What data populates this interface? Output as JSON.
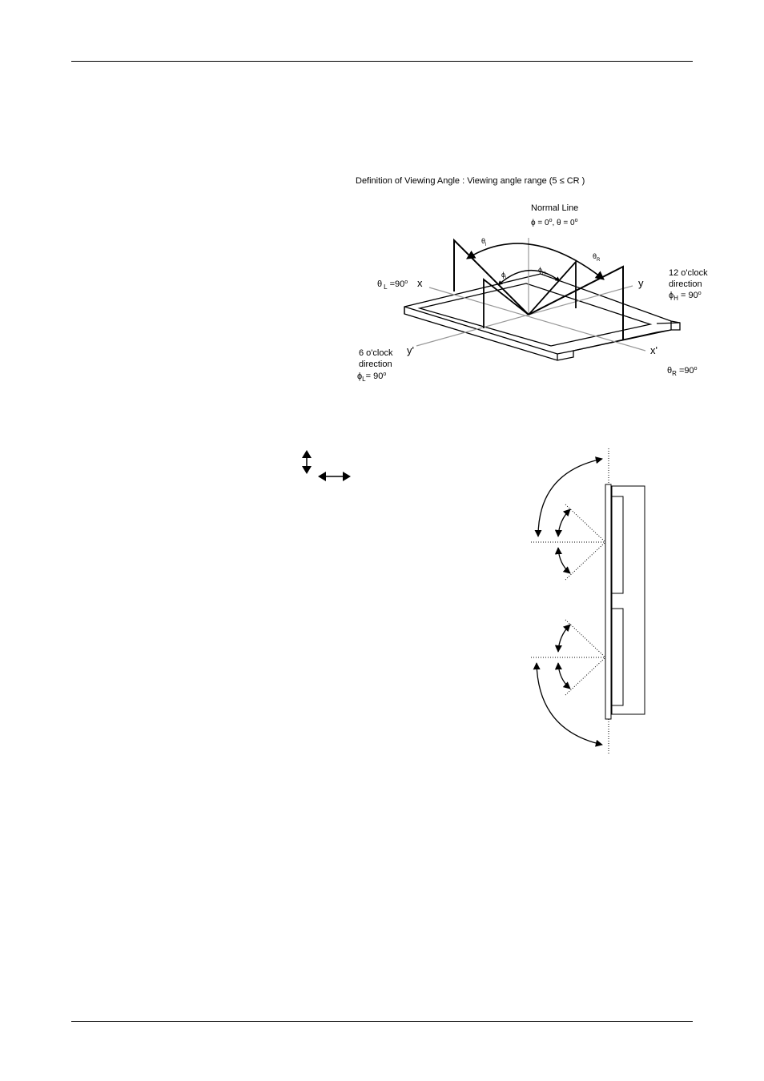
{
  "diagram": {
    "title": "Definition of Viewing Angle :  Viewing angle range (5 ≤ CR )",
    "normal_line": {
      "label": "Normal Line",
      "condition": {
        "phi": "ϕ",
        "eq1": " = 0",
        "sep": ", θ = 0"
      }
    },
    "axes": {
      "x": "x",
      "y": "y",
      "x_prime": "x'",
      "y_prime": "y'"
    },
    "angle_marks": {
      "theta_l": {
        "sym": "θ",
        "sub": "l"
      },
      "theta_r": {
        "sym": "θ",
        "sub": "R"
      },
      "phi_l": {
        "sym": "ϕ",
        "sub": "l"
      },
      "phi_h": {
        "sym": "ϕ",
        "sub": "H"
      }
    },
    "theta_l_label": {
      "sym": "θ",
      "sub": "L",
      "value": " =90"
    },
    "theta_r_label": {
      "sym": "θ",
      "sub": "R",
      "value": " =90"
    },
    "twelve_oclock": {
      "line1": "12  o'clock",
      "line2": "direction",
      "sym": "ϕ",
      "sub": "H",
      "value": " = 90"
    },
    "six_oclock": {
      "line1": "6 o'clock",
      "line2": "direction",
      "sym": "ϕ",
      "sub": "L",
      "value": "= 90"
    },
    "degree": "o"
  }
}
